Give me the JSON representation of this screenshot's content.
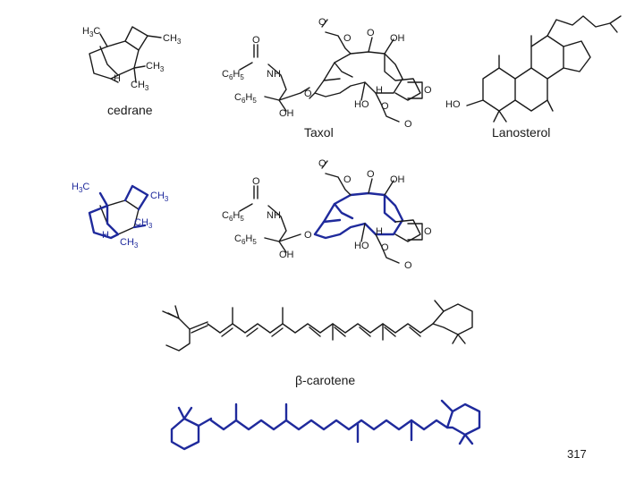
{
  "labels": {
    "cedrane": "cedrane",
    "taxol": "Taxol",
    "lanosterol": "Lanosterol",
    "beta_carotene": "β-carotene",
    "page_number": "317"
  },
  "atoms": {
    "h3c": "H3C",
    "ch3": "CH3",
    "h": "H",
    "c6h5": "C6H5",
    "nh": "NH",
    "oh": "OH",
    "ho": "HO",
    "o": "O"
  },
  "colors": {
    "ink": "#1a1a1a",
    "highlight": "#1f2a9c",
    "background": "#ffffff"
  }
}
